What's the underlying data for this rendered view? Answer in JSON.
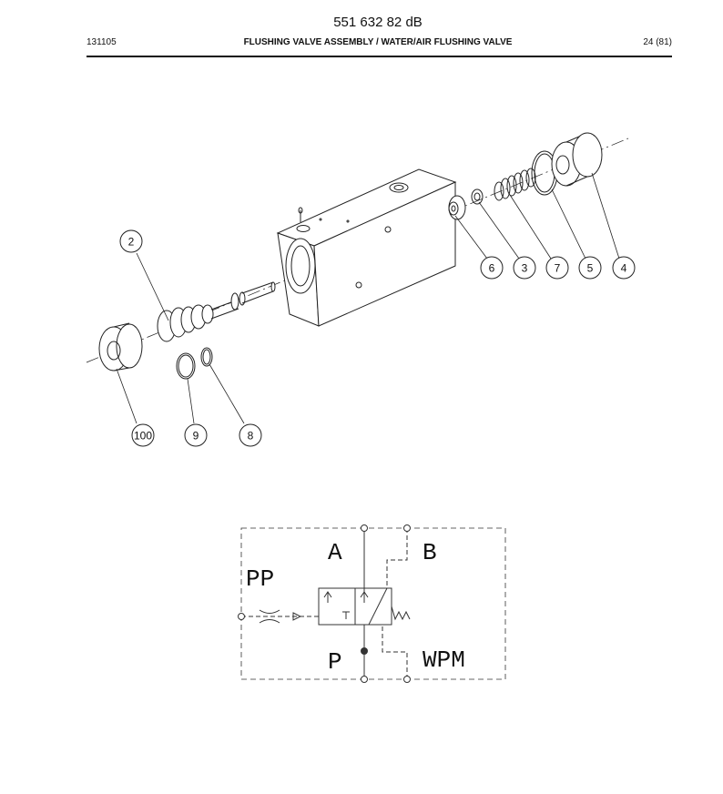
{
  "header": {
    "doc_id": "551 632 82 dB",
    "date_code": "131105",
    "title": "FLUSHING VALVE ASSEMBLY / WATER/AIR FLUSHING VALVE",
    "page": "24 (81)"
  },
  "callouts": {
    "c2": "2",
    "c6": "6",
    "c3": "3",
    "c7": "7",
    "c5": "5",
    "c4": "4",
    "c100": "100",
    "c9": "9",
    "c8": "8"
  },
  "schematic": {
    "port_a": "A",
    "port_b": "B",
    "port_pp": "PP",
    "port_p": "P",
    "port_wpm": "WPM"
  }
}
